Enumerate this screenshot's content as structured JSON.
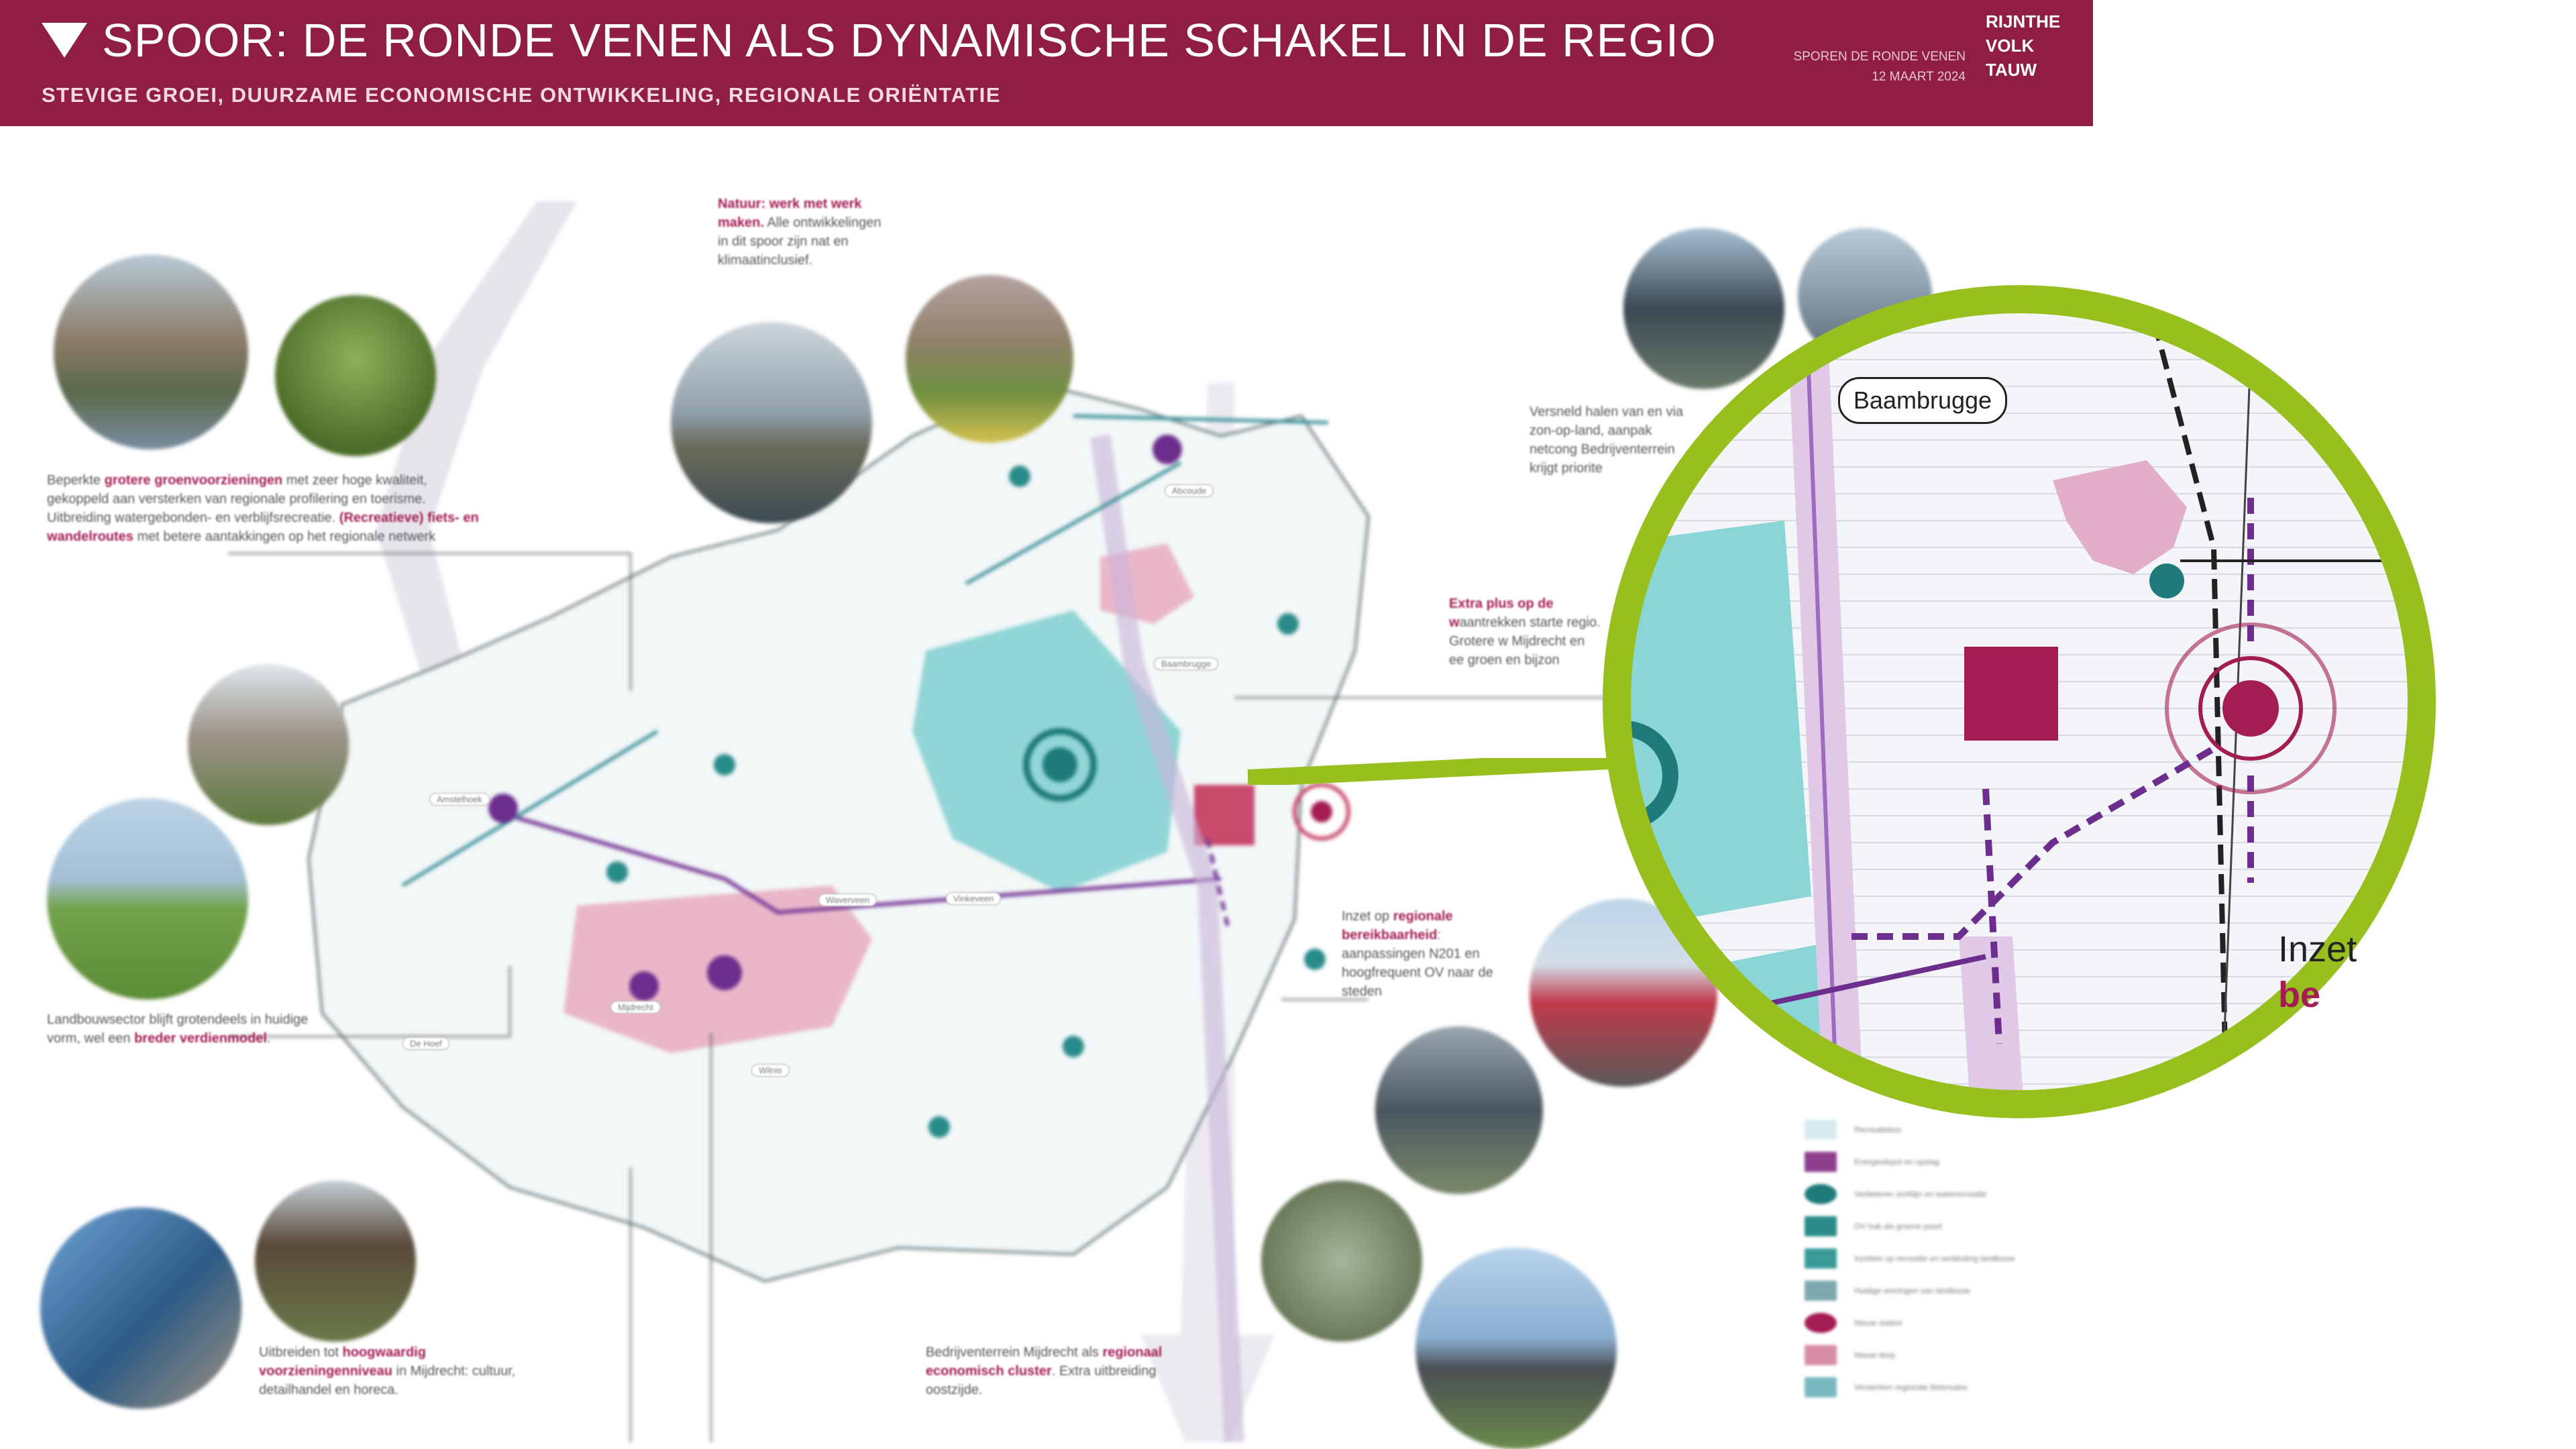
{
  "header": {
    "title": "SPOOR: DE RONDE VENEN ALS DYNAMISCHE SCHAKEL IN DE REGIO",
    "subtitle": "STEVIGE GROEI, DUURZAME ECONOMISCHE ONTWIKKELING, REGIONALE ORIËNTATIE",
    "meta_line1": "SPOREN DE RONDE VENEN",
    "meta_line2": "12 MAART 2024",
    "logo_1": "RIJNTHE",
    "logo_2": "VOLK",
    "logo_3": "TAUW"
  },
  "callouts": {
    "left_top": {
      "text_a": "Beperkte ",
      "hl_a": "grotere groenvoorzieningen",
      "text_b": " met zeer hoge kwaliteit, gekoppeld aan versterken van regionale profilering en toerisme. Uitbreiding watergebonden- en verblijfsrecreatie. ",
      "hl_b": "(Recreatieve) fiets- en wandelroutes",
      "text_c": " met betere aantakkingen op het regionale netwerk"
    },
    "natuur": {
      "hl": "Natuur: werk met werk maken.",
      "text": " Alle ontwikkelingen in dit spoor zijn nat en klimaatinclusief."
    },
    "versneld": {
      "text": "Versneld halen van en via zon-op-land, aanpak netcong Bedrijventerrein krijgt priorite"
    },
    "extra": {
      "hl": "Extra plus op de w",
      "text": "aantrekken starte regio. Grotere w Mijdrecht en ee groen en bijzon"
    },
    "landbouw": {
      "text_a": "Landbouwsector blijft grotendeels in huidige vorm, wel een ",
      "hl": "breder verdienmodel",
      "text_b": "."
    },
    "uitbreiden": {
      "text_a": "Uitbreiden tot ",
      "hl": "hoogwaardig voorzieningenniveau",
      "text_b": " in Mijdrecht: cultuur, detailhandel en horeca."
    },
    "bedrijven": {
      "text_a": "Bedrijventerrein Mijdrecht als ",
      "hl": "regionaal economisch cluster",
      "text_b": ". Extra uitbreiding oostzijde."
    },
    "inzet": {
      "text_a": "Inzet op ",
      "hl": "regionale bereikbaarheid",
      "text_b": ": aanpassingen N201 en hoogfrequent OV naar de steden"
    }
  },
  "places": {
    "abcoude": "Abcoude",
    "baambrugge": "Baambrugge",
    "amstelhoek": "Amstelhoek",
    "waverveen": "Waverveen",
    "vinkeveen": "Vinkeveen",
    "mijdrecht": "Mijdrecht",
    "dehoef": "De Hoef",
    "wilnis": "Wilnis"
  },
  "legend": [
    {
      "label": "Recreatiebos",
      "color": "#d8ecef"
    },
    {
      "label": "Energiedepot en opslag",
      "color": "#8e3f8e"
    },
    {
      "label": "Verbeteren zichtlijn en waterrecreatie",
      "color": "#1f7b7b"
    },
    {
      "label": "OV hub als groene poort",
      "color": "#2a8b8b"
    },
    {
      "label": "Inzetten op recreatie en verbinding landbouw",
      "color": "#3a9a9a"
    },
    {
      "label": "Huidige woningen van landbouw",
      "color": "#7ea8b0"
    },
    {
      "label": "Nieuw station",
      "color": "#a31c52"
    },
    {
      "label": "Nieuw dorp",
      "color": "#d98ca8"
    },
    {
      "label": "Versterken regionale fietsroutes",
      "color": "#7ab8c0"
    }
  ],
  "zoom": {
    "label": "Baambrugge",
    "inzet_word": "Inzet",
    "inzet_hl": "be"
  },
  "colors": {
    "brand": "#8f1d45",
    "accent_green": "#97bf1e",
    "teal": "#1f8a8a",
    "purple": "#6c2e8c"
  }
}
